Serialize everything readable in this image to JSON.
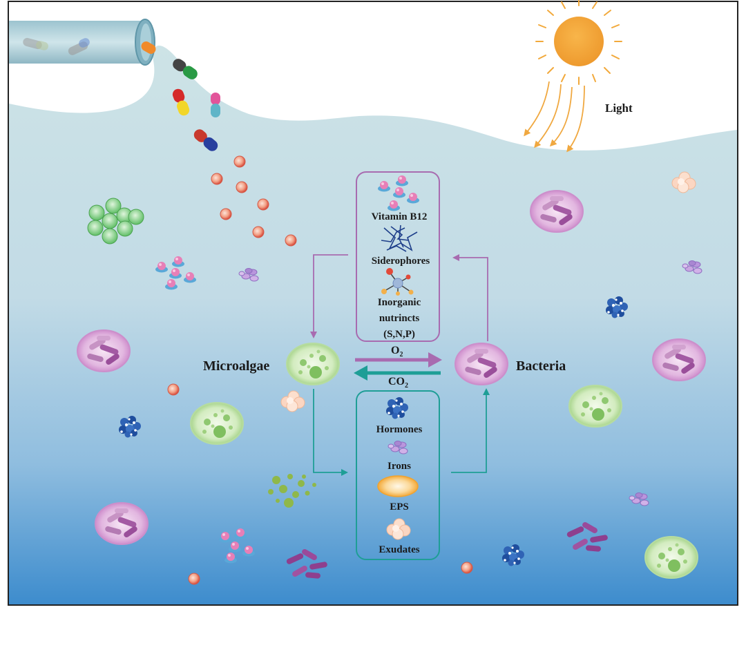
{
  "labels": {
    "light": "Light",
    "microalgae": "Microalgae",
    "bacteria": "Bacteria",
    "o2": "O",
    "o2_sub": "2",
    "co2": "CO",
    "co2_sub": "2"
  },
  "top_box": {
    "vitamin": "Vitamin B12",
    "siderophores": "Siderophores",
    "inorganic_1": "Inorganic",
    "inorganic_2": "nutrincts",
    "inorganic_3": "(S,N,P)"
  },
  "bottom_box": {
    "hormones": "Hormones",
    "irons": "Irons",
    "eps": "EPS",
    "exudates": "Exudates"
  },
  "colors": {
    "purple_flow": "#a86bb0",
    "teal_flow": "#1e9e96",
    "sun": "#f2a93b",
    "water_top": "#cfe4e6",
    "water_bottom": "#3f8fcf"
  }
}
